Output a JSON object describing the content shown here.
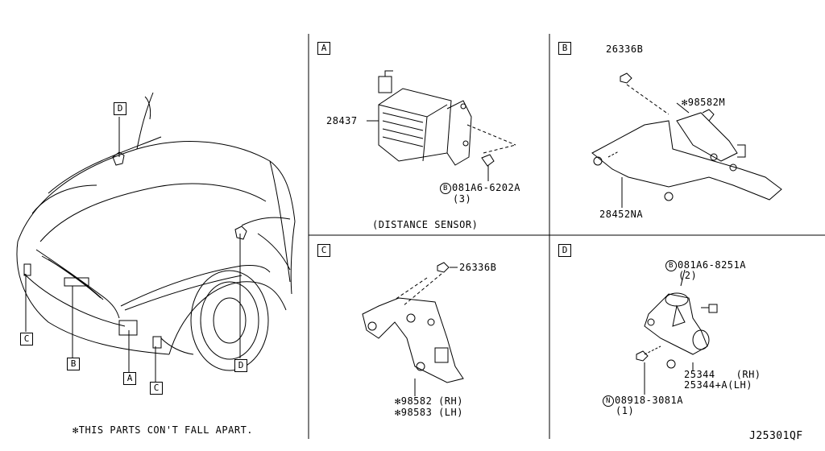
{
  "footnote": "✻THIS PARTS CON'T FALL APART.",
  "diagram_code": "J25301QF",
  "car_callouts": {
    "d_top": "D",
    "c_left": "C",
    "b": "B",
    "a": "A",
    "c_bottom": "C",
    "d_right": "D"
  },
  "panels": {
    "a": {
      "letter": "A",
      "part_28437": "28437",
      "bolt_marker": "B",
      "bolt_part": "081A6-6202A",
      "bolt_qty": "(3)",
      "caption": "(DISTANCE SENSOR)"
    },
    "b": {
      "letter": "B",
      "part_nut": "26336B",
      "star": "✻",
      "part_actuator": "98582M",
      "part_bracket": "28452NA"
    },
    "c": {
      "letter": "C",
      "part_nut": "26336B",
      "star": "✻",
      "part_rh": "98582 (RH)",
      "part_lh": "98583 (LH)"
    },
    "d": {
      "letter": "D",
      "bolt_marker": "B",
      "bolt_part": "081A6-8251A",
      "bolt_qty": "(2)",
      "part_rh_num": "25344",
      "part_rh_side": "(RH)",
      "part_lh_num": "25344+A(LH)",
      "nut_marker": "N",
      "nut_part": "08918-3081A",
      "nut_qty": "(1)"
    }
  },
  "colors": {
    "line": "#000000",
    "background": "#ffffff"
  }
}
